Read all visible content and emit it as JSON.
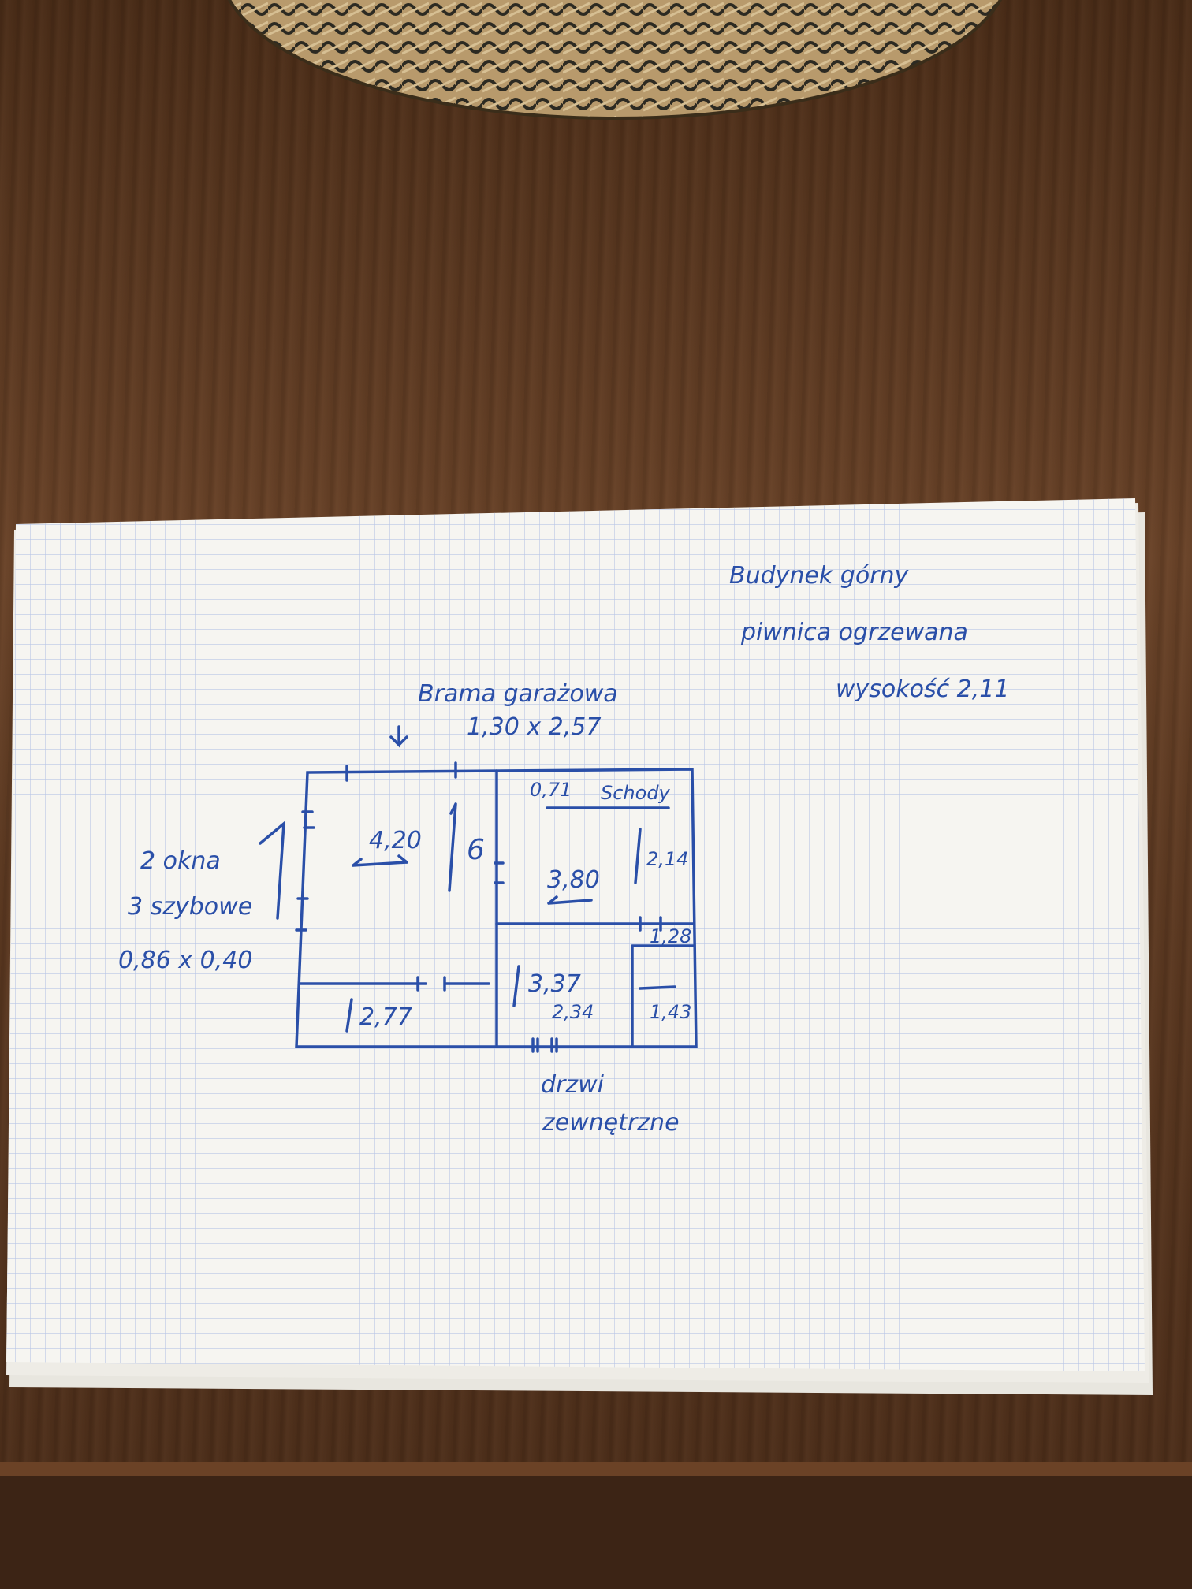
{
  "header_notes": {
    "line1": "Budynek górny",
    "line2": "piwnica ogrzewana",
    "line3": "wysokość 2,11"
  },
  "garage_door": {
    "title": "Brama garażowa",
    "size": "1,30 x 2,57"
  },
  "windows_note": {
    "line1": "2 okna",
    "line2": "3 szybowe",
    "line3": "0,86 x 0,40"
  },
  "rooms": {
    "main_width": "4,20",
    "main_length": "6",
    "bottom_left": "2,77",
    "stairs_gap": "0,71",
    "stairs": "Schody",
    "center_width": "3,80",
    "center_height": "2,14",
    "small_gap": "1,28",
    "lower_center_height": "3,37",
    "lower_center_width": "2,34",
    "right_small": "1,43"
  },
  "door_note": {
    "line1": "drzwi",
    "line2": "zewnętrzne"
  },
  "colors": {
    "ink": "#2a4fa8",
    "paper": "#f6f5f1",
    "grid": "#b9c6e6",
    "wood": "#5a3a22"
  }
}
